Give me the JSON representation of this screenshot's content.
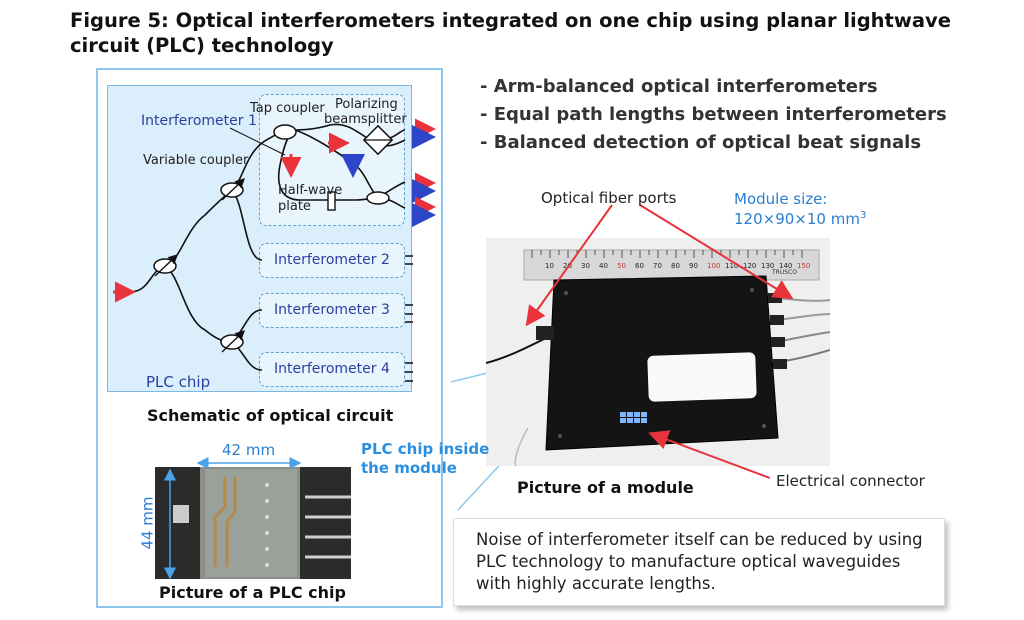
{
  "title": "Figure 5: Optical interferometers integrated on one chip using planar lightwave circuit (PLC) technology",
  "bullets": [
    "- Arm-balanced optical interferometers",
    "- Equal path lengths between interferometers",
    "- Balanced detection of optical beat signals"
  ],
  "schematic": {
    "interferometer_1": "Interferometer 1",
    "tap_coupler": "Tap coupler",
    "polarizing_line1": "Polarizing",
    "polarizing_line2": "beamsplitter",
    "variable_coupler": "Variable coupler",
    "half_wave_line1": "Half-wave",
    "half_wave_line2": "plate",
    "interferometer_2": "Interferometer 2",
    "interferometer_3": "Interferometer 3",
    "interferometer_4": "Interferometer 4",
    "plc_chip": "PLC chip",
    "caption": "Schematic of optical circuit"
  },
  "module": {
    "fiber_ports": "Optical fiber ports",
    "size_line1": "Module size:",
    "size_line2": "120×90×10 mm",
    "size_sup": "3",
    "plc_inside_line1": "PLC chip inside",
    "plc_inside_line2": "the module",
    "caption": "Picture of a module",
    "electrical_connector": "Electrical connector",
    "ruler_ticks": [
      "10",
      "20",
      "30",
      "40",
      "50",
      "60",
      "70",
      "80",
      "90",
      "100",
      "110",
      "120",
      "130",
      "140",
      "150"
    ],
    "ruler_brand": "TRUSCO"
  },
  "plc_picture": {
    "width_label": "42 mm",
    "height_label": "44 mm",
    "caption": "Picture of a PLC chip"
  },
  "note": "Noise of interferometer itself can be reduced by using PLC technology to manufacture optical waveguides with highly accurate lengths.",
  "colors": {
    "arrow_red": "#e8333b",
    "arrow_blue": "#2d46c8",
    "frame_blue": "#8fc8ec",
    "chip_bg": "#dbeefb",
    "label_blue": "#2a7fd0"
  }
}
